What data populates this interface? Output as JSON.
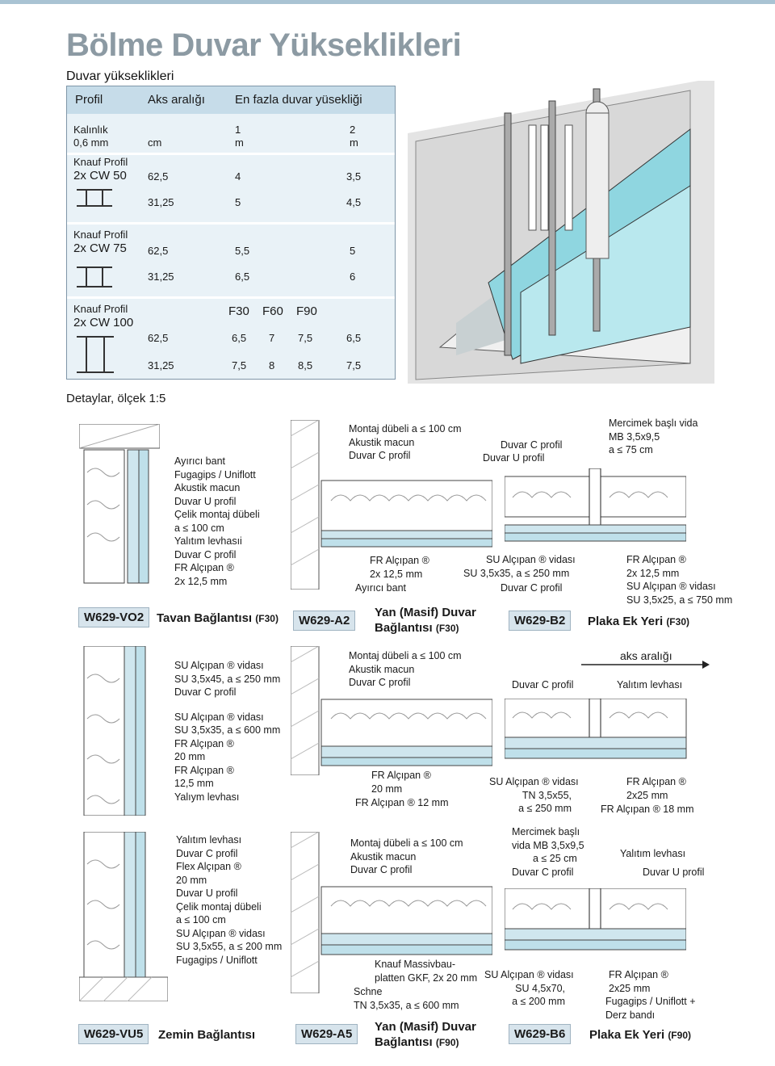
{
  "title": "Bölme Duvar Yükseklikleri",
  "subtitle": "Duvar yükseklikleri",
  "table": {
    "headers": {
      "profil": "Profil",
      "aks": "Aks aralığı",
      "max": "En fazla duvar yüsekliği"
    },
    "units": {
      "kalinlik": "Kalınlık",
      "thickness": "0,6 mm",
      "cm": "cm",
      "col1": "1",
      "col1u": "m",
      "col2": "2",
      "col2u": "m"
    },
    "groups": [
      {
        "label1": "Knauf Profil",
        "label2": "2x CW 50",
        "rows": [
          [
            "62,5",
            "4",
            "3,5"
          ],
          [
            "31,25",
            "5",
            "4,5"
          ]
        ]
      },
      {
        "label1": "Knauf Profil",
        "label2": "2x CW 75",
        "rows": [
          [
            "62,5",
            "5,5",
            "5"
          ],
          [
            "31,25",
            "6,5",
            "6"
          ]
        ]
      },
      {
        "label1": "Knauf Profil",
        "label2": "2x CW 100",
        "fire": [
          "F30",
          "F60",
          "F90"
        ],
        "rows": [
          [
            "62,5",
            "6,5",
            "7",
            "7,5",
            "6,5"
          ],
          [
            "31,25",
            "7,5",
            "8",
            "8,5",
            "7,5"
          ]
        ]
      }
    ]
  },
  "details_title": "Detaylar, ölçek 1:5",
  "details": {
    "vo2": {
      "code": "W629-VO2",
      "caption": "Tavan Bağlantısı",
      "rating": "(F30)",
      "labels": [
        "Ayırıcı bant",
        "Fugagips / Uniflott",
        "Akustik macun",
        "Duvar U profil",
        "Çelik montaj dübeli",
        "a ≤ 100 cm",
        "Yalıtım levhasıi",
        "Duvar C profil",
        "FR Alçıpan ®",
        "2x 12,5 mm"
      ]
    },
    "a2": {
      "code": "W629-A2",
      "caption1": "Yan (Masif) Duvar",
      "caption2": "Bağlantısı",
      "rating": "(F30)",
      "top": [
        "Montaj dübeli  a ≤ 100 cm",
        "Akustik macun",
        "Duvar C profil"
      ],
      "bottom": [
        "FR Alçıpan ®",
        "2x 12,5 mm",
        "Ayırıcı bant"
      ]
    },
    "b2": {
      "code": "W629-B2",
      "caption": "Plaka Ek Yeri",
      "rating": "(F30)",
      "top_mid": [
        "Duvar C profil",
        "Duvar U profil"
      ],
      "top_right": [
        "Mercimek başlı vida",
        "MB 3,5x9,5",
        "a ≤ 75 cm"
      ],
      "bottom_left": [
        "SU Alçıpan ® vidası",
        "SU 3,5x35, a ≤ 250 mm",
        "Duvar C profil"
      ],
      "bottom_right": [
        "FR Alçıpan ®",
        "2x 12,5 mm",
        "SU Alçıpan ® vidası",
        "SU 3,5x25, a ≤ 750 mm"
      ]
    },
    "mid_left": [
      "SU Alçıpan ® vidası",
      "SU 3,5x45, a ≤ 250 mm",
      "Duvar C profil",
      "",
      "SU Alçıpan ® vidası",
      "SU 3,5x35, a ≤ 600 mm",
      "FR Alçıpan ®",
      "20 mm",
      "FR Alçıpan ®",
      "12,5 mm",
      "Yalıym levhası"
    ],
    "mid_center_top": [
      "Montaj dübeli  a ≤ 100 cm",
      "Akustik macun",
      "Duvar C profil"
    ],
    "mid_center_bottom": [
      "FR Alçıpan ®",
      "20 mm",
      "FR Alçıpan ® 12 mm"
    ],
    "mid_right": {
      "aks": "aks aralığı",
      "c": "Duvar C profil",
      "ins": "Yalıtım levhası",
      "bl": [
        "SU Alçıpan ® vidası",
        "TN 3,5x55,",
        "a ≤ 250 mm"
      ],
      "br": [
        "FR Alçıpan ®",
        "2x25 mm",
        "FR Alçıpan ® 18 mm"
      ]
    },
    "vu5": {
      "code": "W629-VU5",
      "caption": "Zemin Bağlantısı",
      "labels": [
        "Yalıtım levhası",
        "Duvar C profil",
        "Flex Alçıpan ®",
        "20 mm",
        "Duvar U profil",
        "Çelik montaj dübeli",
        "a ≤ 100 cm",
        "SU Alçıpan ® vidası",
        "SU 3,5x55, a ≤ 200 mm",
        "Fugagips / Uniflott"
      ]
    },
    "a5": {
      "code": "W629-A5",
      "caption1": "Yan (Masif) Duvar",
      "caption2": "Bağlantısı",
      "rating": "(F90)",
      "top": [
        "Montaj dübeli  a ≤ 100 cm",
        "Akustik macun",
        "Duvar C profil"
      ],
      "bottom": [
        "Knauf Massivbau-",
        "platten GKF, 2x 20 mm",
        "Schne",
        "TN 3,5x35, a ≤ 600 mm"
      ]
    },
    "b6": {
      "code": "W629-B6",
      "caption": "Plaka Ek Yeri",
      "rating": "(F90)",
      "top_l": [
        "Mercimek başlı",
        "vida MB 3,5x9,5",
        "a ≤ 25 cm",
        "Duvar C profil"
      ],
      "top_r": [
        "Yalıtım levhası",
        "Duvar U profil"
      ],
      "bl": [
        "SU Alçıpan ® vidası",
        "SU 4,5x70,",
        "a ≤ 200 mm"
      ],
      "br": [
        "FR Alçıpan ®",
        "2x25 mm",
        "Fugagips / Uniflott +",
        "Derz bandı"
      ]
    }
  }
}
